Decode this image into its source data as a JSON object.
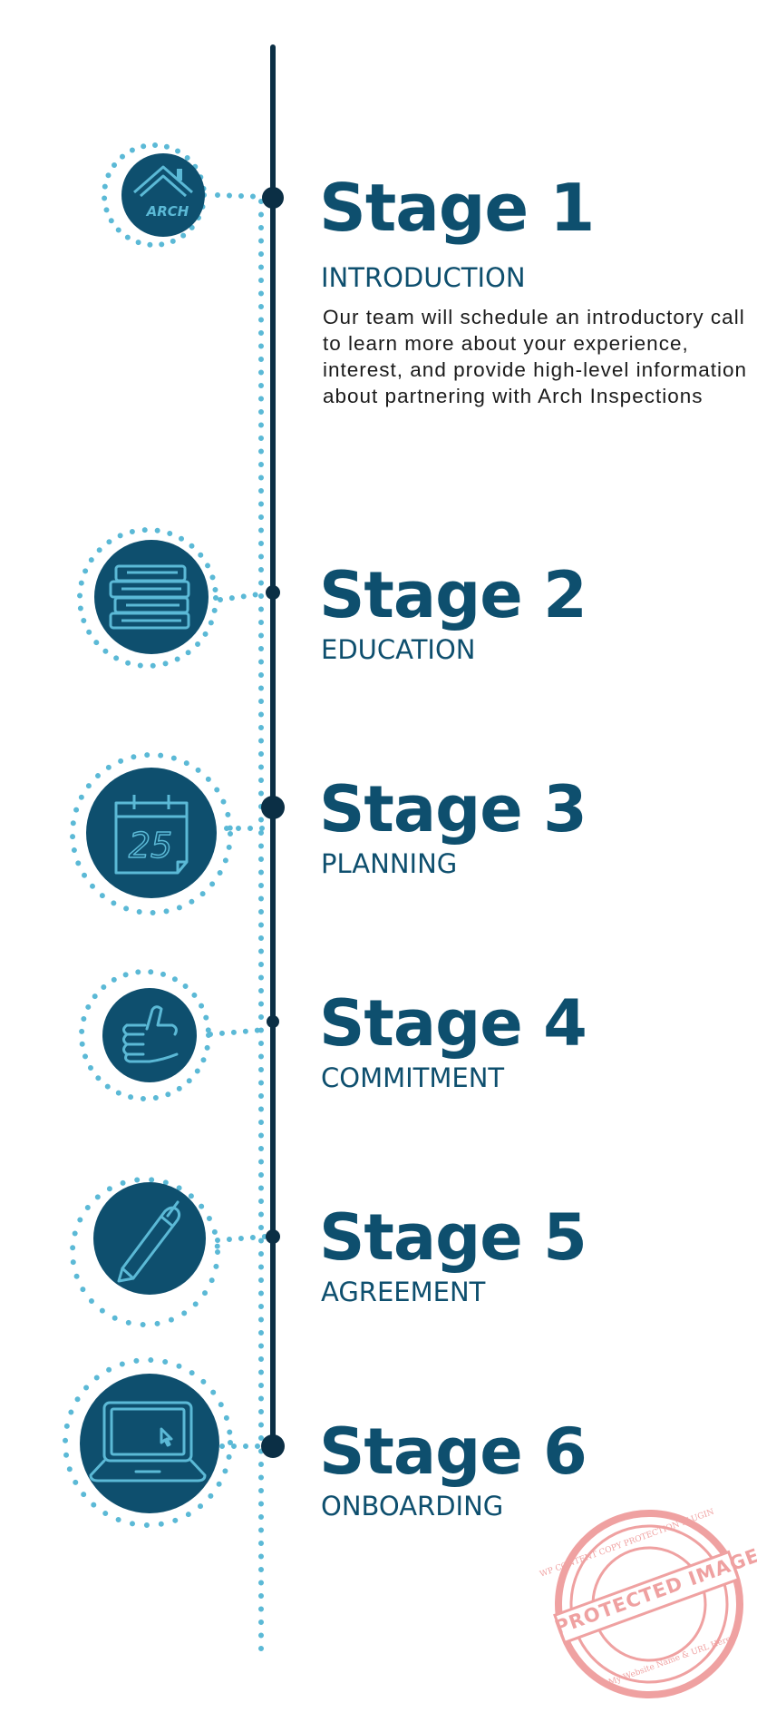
{
  "stages": [
    {
      "title": "Stage 1",
      "subtitle": "INTRODUCTION",
      "icon": "house-logo-icon",
      "logo_text": "ARCH",
      "description": "Our team will schedule an introductory call to learn more about your experience, interest, and provide high-level information about partnering with Arch Inspections"
    },
    {
      "title": "Stage 2",
      "subtitle": "EDUCATION",
      "icon": "books-icon"
    },
    {
      "title": "Stage 3",
      "subtitle": "PLANNING",
      "icon": "calendar-icon",
      "calendar_day": "25"
    },
    {
      "title": "Stage 4",
      "subtitle": "COMMITMENT",
      "icon": "thumbs-up-icon"
    },
    {
      "title": "Stage 5",
      "subtitle": "AGREEMENT",
      "icon": "pen-icon"
    },
    {
      "title": "Stage 6",
      "subtitle": "ONBOARDING",
      "icon": "laptop-icon"
    }
  ],
  "watermark": {
    "main": "PROTECTED IMAGE",
    "top": "WP CONTENT COPY PROTECTION PLUGIN",
    "bottom": "My Website Name & URL Here"
  },
  "colors": {
    "navy": "#0e4f6e",
    "timeline": "#0b2f45",
    "dots": "#5bb9d6",
    "stamp": "#e04545"
  }
}
